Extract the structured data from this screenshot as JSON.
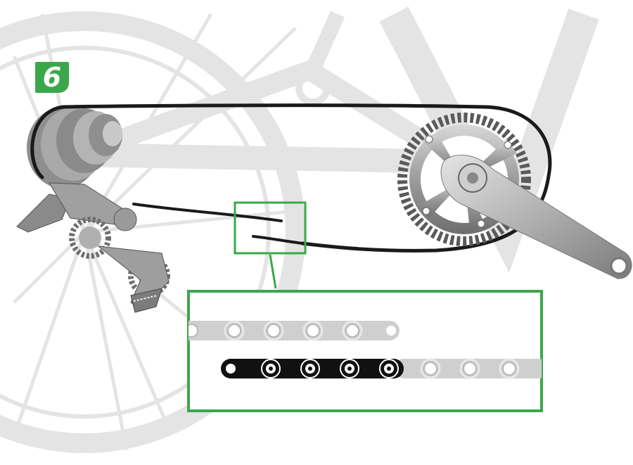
{
  "step": {
    "number": "6"
  },
  "colors": {
    "accent_green": "#3aa84a",
    "chain_dark": "#111111",
    "chain_light": "#c8c8c8",
    "frame_ghost": "#e6e6e6",
    "metal": "#9a9a9a"
  },
  "components": {
    "crankset": "chainring-and-crank-arm",
    "rear_derailleur": "rear-derailleur",
    "cassette": "rear-cassette",
    "chain": "bicycle-chain"
  },
  "inset": {
    "description_icon": "chain-overlap-detail",
    "light_chain_links": 5,
    "dark_chain_links": 5,
    "right_chain_links": 3
  }
}
